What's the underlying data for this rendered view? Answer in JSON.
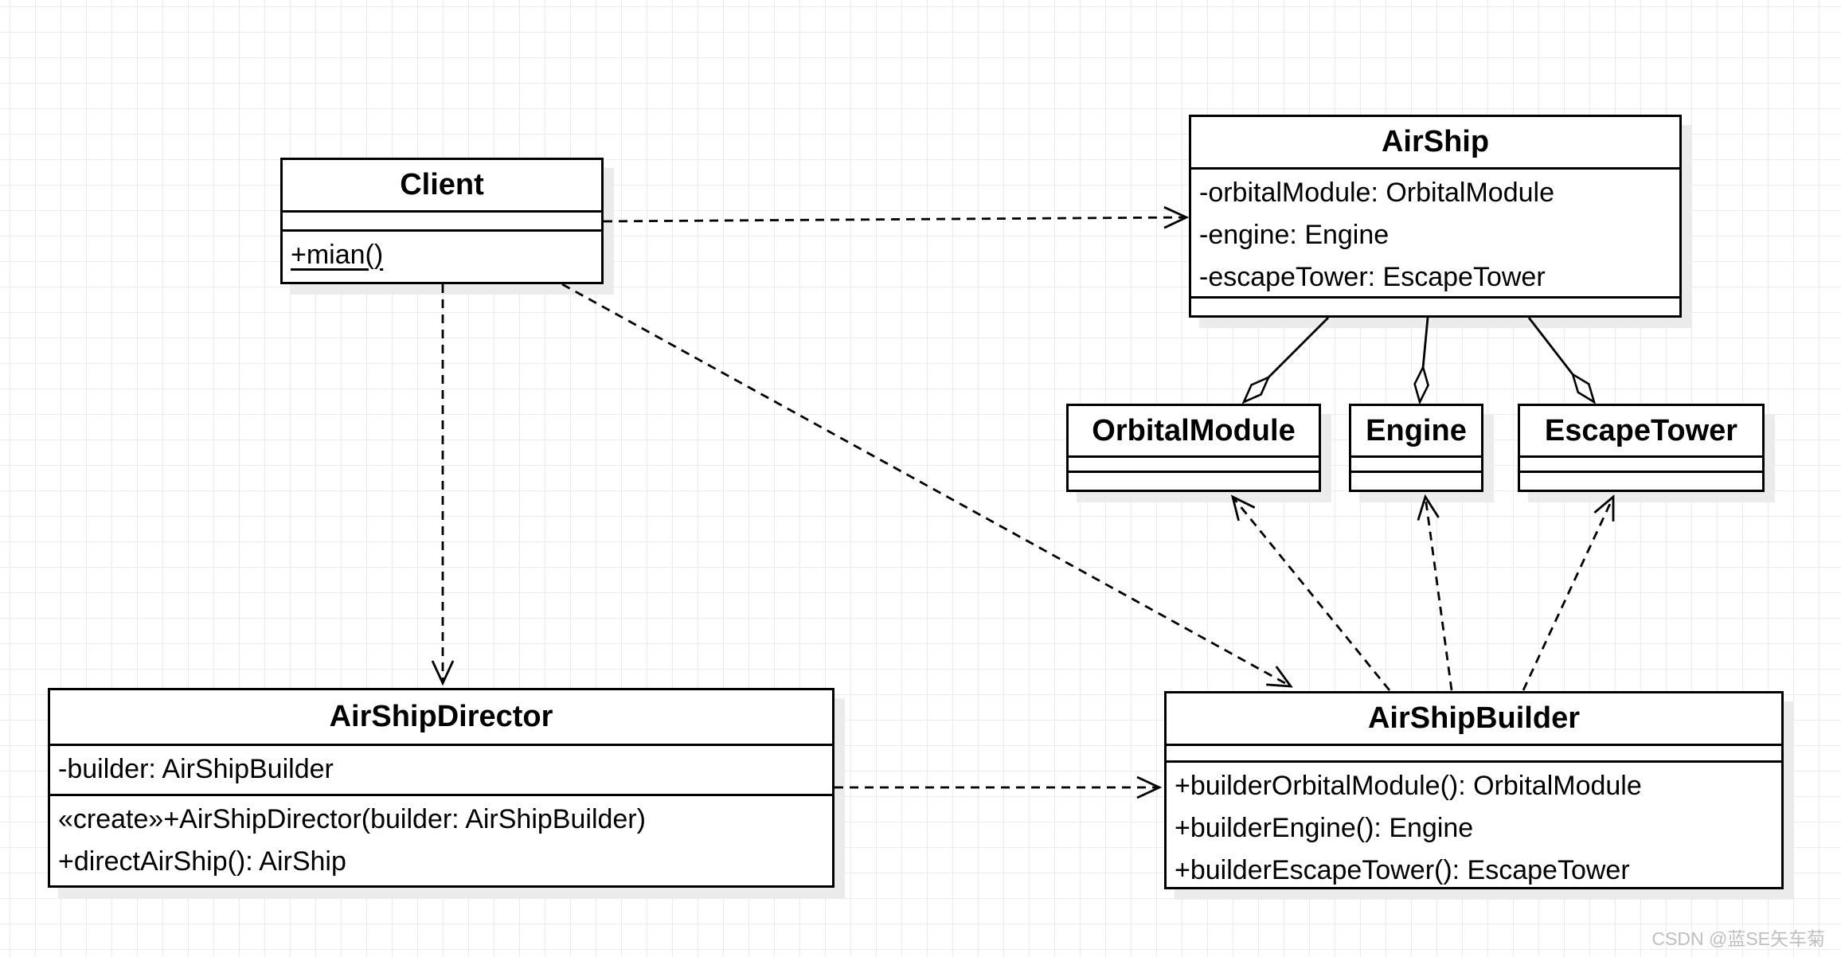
{
  "diagram": {
    "classes": {
      "client": {
        "title": "Client",
        "attributes": [],
        "methods": [
          "+mian()"
        ]
      },
      "airship": {
        "title": "AirShip",
        "attributes": [
          "-orbitalModule: OrbitalModule",
          "-engine: Engine",
          "-escapeTower: EscapeTower"
        ],
        "methods": []
      },
      "orbital_module": {
        "title": "OrbitalModule",
        "attributes": [],
        "methods": []
      },
      "engine": {
        "title": "Engine",
        "attributes": [],
        "methods": []
      },
      "escape_tower": {
        "title": "EscapeTower",
        "attributes": [],
        "methods": []
      },
      "director": {
        "title": "AirShipDirector",
        "attributes": [
          "-builder: AirShipBuilder"
        ],
        "methods": [
          "«create»+AirShipDirector(builder: AirShipBuilder)",
          "+directAirShip(): AirShip"
        ]
      },
      "builder": {
        "title": "AirShipBuilder",
        "attributes": [],
        "methods": [
          "+builderOrbitalModule(): OrbitalModule",
          "+builderEngine(): Engine",
          "+builderEscapeTower(): EscapeTower"
        ]
      }
    },
    "relationships": [
      {
        "from": "Client",
        "to": "AirShip",
        "type": "dependency",
        "line": "dashed",
        "head": "open-arrow"
      },
      {
        "from": "Client",
        "to": "AirShipDirector",
        "type": "dependency",
        "line": "dashed",
        "head": "open-arrow"
      },
      {
        "from": "Client",
        "to": "AirShipBuilder",
        "type": "dependency",
        "line": "dashed",
        "head": "open-arrow"
      },
      {
        "from": "AirShipDirector",
        "to": "AirShipBuilder",
        "type": "dependency",
        "line": "dashed",
        "head": "open-arrow"
      },
      {
        "from": "AirShip",
        "to": "OrbitalModule",
        "type": "aggregation",
        "line": "solid",
        "head": "open-diamond"
      },
      {
        "from": "AirShip",
        "to": "Engine",
        "type": "aggregation",
        "line": "solid",
        "head": "open-diamond"
      },
      {
        "from": "AirShip",
        "to": "EscapeTower",
        "type": "aggregation",
        "line": "solid",
        "head": "open-diamond"
      },
      {
        "from": "AirShipBuilder",
        "to": "OrbitalModule",
        "type": "dependency",
        "line": "dashed",
        "head": "open-arrow"
      },
      {
        "from": "AirShipBuilder",
        "to": "Engine",
        "type": "dependency",
        "line": "dashed",
        "head": "open-arrow"
      },
      {
        "from": "AirShipBuilder",
        "to": "EscapeTower",
        "type": "dependency",
        "line": "dashed",
        "head": "open-arrow"
      }
    ],
    "watermark": "CSDN @蓝SE矢车菊",
    "colors": {
      "line": "#000000",
      "box_fill": "#ffffff",
      "grid": "#ececec",
      "shadow": "#ececec",
      "watermark": "#bfbfbf"
    }
  }
}
